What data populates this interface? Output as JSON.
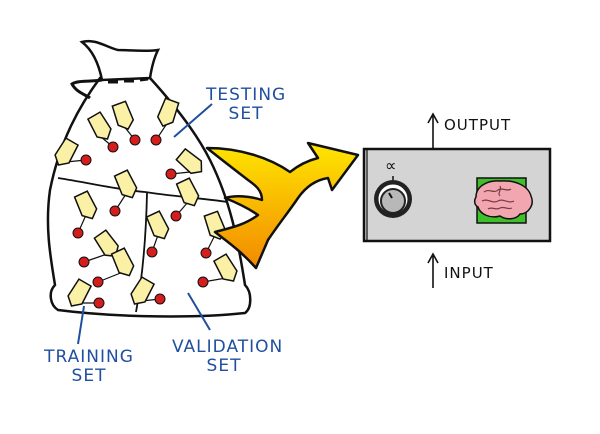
{
  "diagram": {
    "title": "",
    "bag": {
      "name": "dataset-bag",
      "sections": [
        {
          "id": "testing",
          "label_line1": "TESTING",
          "label_line2": "SET"
        },
        {
          "id": "training",
          "label_line1": "TRAINING",
          "label_line2": "SET"
        },
        {
          "id": "validation",
          "label_line1": "VALIDATION",
          "label_line2": "SET"
        }
      ]
    },
    "arrow": {
      "name": "merge-arrow",
      "colors": {
        "start": "#ffe600",
        "end": "#f28a00"
      }
    },
    "model_box": {
      "knob_symbol": "∝",
      "knob_label": "alpha-parameter",
      "brain_bg": "#3fbf2a",
      "brain_color": "#f2a7b0",
      "panel_color": "#d4d4d4",
      "output_label": "OUTPUT",
      "input_label": "INPUT"
    },
    "colors": {
      "label_blue": "#1f4f9e",
      "tag_fill": "#fbf1a6",
      "bead_red": "#d41e1e",
      "outline": "#111111"
    }
  }
}
